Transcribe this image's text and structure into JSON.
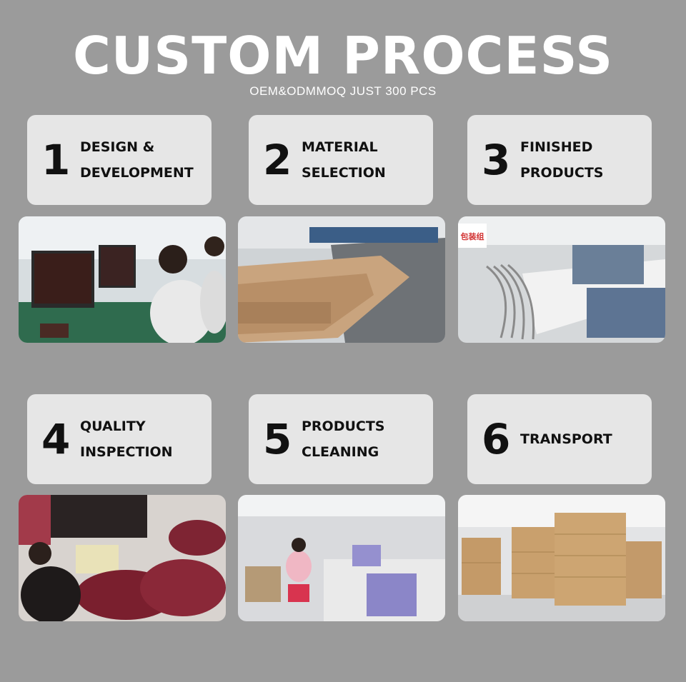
{
  "header": {
    "title": "CUSTOM PROCESS",
    "subtitle": "OEM&ODMMOQ JUST 300 PCS"
  },
  "steps": [
    {
      "number": "1",
      "line1": "DESIGN &",
      "line2": "DEVELOPMENT",
      "photo": "designers at computer workstations"
    },
    {
      "number": "2",
      "line1": "MATERIAL",
      "line2": "SELECTION",
      "photo": "stacked tan fabric on cutting table"
    },
    {
      "number": "3",
      "line1": "FINISHED",
      "line2": "PRODUCTS",
      "photo": "finished bags and zipper straps on tables"
    },
    {
      "number": "4",
      "line1": "QUALITY",
      "line2": "INSPECTION",
      "photo": "worker inspecting burgundy handbags"
    },
    {
      "number": "5",
      "line1": "PRODUCTS",
      "line2": "CLEANING",
      "photo": "workers packing purple boxes"
    },
    {
      "number": "6",
      "line1": "TRANSPORT",
      "line2": "",
      "photo": "warehouse with stacked cardboard boxes"
    }
  ],
  "photo_signs": {
    "step3_sign": "包装组"
  },
  "colors": {
    "background": "#9b9b9b",
    "card": "#e6e6e6",
    "text": "#111111",
    "title": "#ffffff"
  }
}
